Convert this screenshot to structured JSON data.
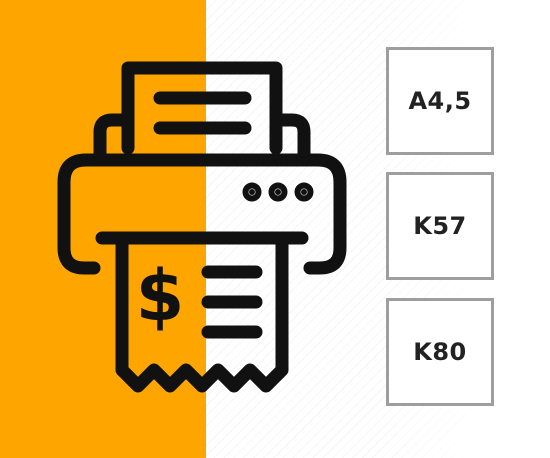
{
  "illustration": {
    "icon": "receipt-printer-icon",
    "symbol": "$",
    "colors": {
      "accent": "#ffa500",
      "stroke": "#111111",
      "box_border": "#9e9e9e"
    }
  },
  "paper_sizes": [
    {
      "label": "A4,5"
    },
    {
      "label": "K57"
    },
    {
      "label": "K80"
    }
  ]
}
